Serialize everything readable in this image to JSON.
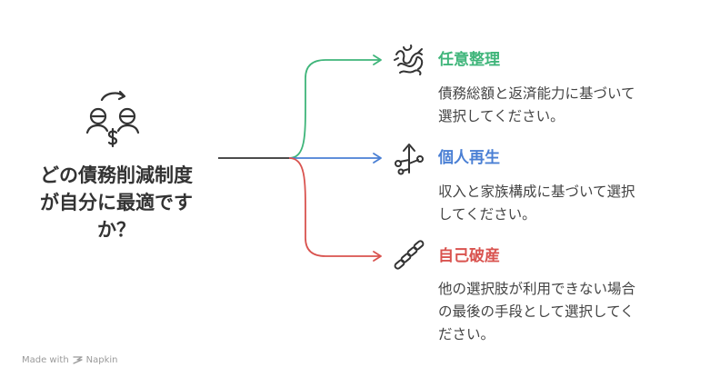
{
  "question": {
    "lines": [
      "どの債務削減制度",
      "が自分に最適です",
      "か？"
    ]
  },
  "options": [
    {
      "title": "任意整理",
      "desc_lines": [
        "債務総額と返済能力に基づいて",
        "選択してください。"
      ],
      "color": "#3fb57a",
      "icon": "tangle-icon"
    },
    {
      "title": "個人再生",
      "desc_lines": [
        "収入と家族構成に基づいて選択",
        "してください。"
      ],
      "color": "#4a7fd4",
      "icon": "growth-sprout-icon"
    },
    {
      "title": "自己破産",
      "desc_lines": [
        "他の選択肢が利用できない場合",
        "の最後の手段として選択してく",
        "ださい。"
      ],
      "color": "#d9534f",
      "icon": "chain-icon"
    }
  ],
  "footer": {
    "made_with": "Made with",
    "brand": "Napkin"
  },
  "colors": {
    "stem": "#333333",
    "text": "#333333"
  }
}
